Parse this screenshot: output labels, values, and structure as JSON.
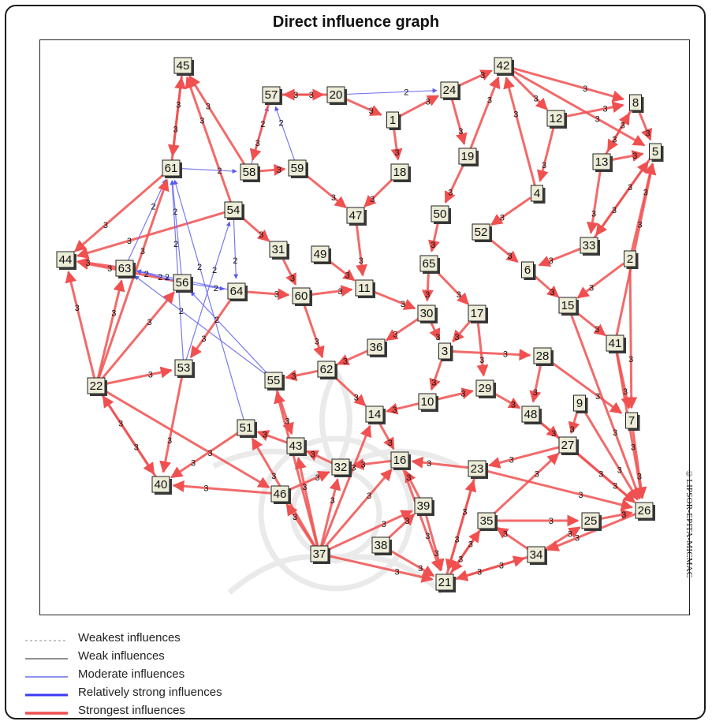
{
  "title": "Direct influence graph",
  "credit": "©LIPSOR-EPITA-MICMAC",
  "colors": {
    "weakest": "#a0a0a0",
    "weak": "#222222",
    "moderate": "#6a6af0",
    "relatively_strong": "#3a3af5",
    "strongest": "#f05050",
    "node_fill": "#ececd8",
    "node_shadow": "#3a3a3a",
    "edge_label": "#111111"
  },
  "legend": [
    {
      "key": "weakest",
      "label": "Weakest influences"
    },
    {
      "key": "weak",
      "label": "Weak influences"
    },
    {
      "key": "moderate",
      "label": "Moderate influences"
    },
    {
      "key": "relatively_strong",
      "label": "Relatively strong influences"
    },
    {
      "key": "strongest",
      "label": "Strongest influences"
    }
  ],
  "nodes": [
    "45",
    "57",
    "20",
    "24",
    "42",
    "8",
    "5",
    "1",
    "12",
    "13",
    "61",
    "58",
    "59",
    "18",
    "19",
    "4",
    "54",
    "47",
    "50",
    "52",
    "33",
    "2",
    "44",
    "63",
    "56",
    "31",
    "49",
    "65",
    "6",
    "64",
    "60",
    "11",
    "30",
    "17",
    "15",
    "41",
    "36",
    "3",
    "28",
    "53",
    "62",
    "22",
    "55",
    "29",
    "9",
    "14",
    "10",
    "48",
    "7",
    "51",
    "43",
    "27",
    "32",
    "16",
    "23",
    "40",
    "46",
    "39",
    "35",
    "25",
    "26",
    "37",
    "38",
    "34",
    "21"
  ],
  "edges": [
    {
      "from": "20",
      "to": "57",
      "level": 3
    },
    {
      "from": "59",
      "to": "57",
      "level": 2
    },
    {
      "from": "58",
      "to": "57",
      "level": 2
    },
    {
      "from": "61",
      "to": "45",
      "level": 3
    },
    {
      "from": "54",
      "to": "45",
      "level": 3
    },
    {
      "from": "58",
      "to": "45",
      "level": 3
    },
    {
      "from": "1",
      "to": "24",
      "level": 3
    },
    {
      "from": "20",
      "to": "24",
      "level": 2
    },
    {
      "from": "24",
      "to": "42",
      "level": 3
    },
    {
      "from": "19",
      "to": "42",
      "level": 3
    },
    {
      "from": "4",
      "to": "42",
      "level": 3
    },
    {
      "from": "12",
      "to": "8",
      "level": 3
    },
    {
      "from": "13",
      "to": "8",
      "level": 3
    },
    {
      "from": "42",
      "to": "8",
      "level": 3
    },
    {
      "from": "13",
      "to": "5",
      "level": 3
    },
    {
      "from": "33",
      "to": "5",
      "level": 3
    },
    {
      "from": "2",
      "to": "5",
      "level": 3
    },
    {
      "from": "41",
      "to": "5",
      "level": 3
    },
    {
      "from": "63",
      "to": "44",
      "level": 3
    },
    {
      "from": "56",
      "to": "44",
      "level": 3
    },
    {
      "from": "61",
      "to": "44",
      "level": 3
    },
    {
      "from": "54",
      "to": "44",
      "level": 3
    },
    {
      "from": "22",
      "to": "44",
      "level": 3
    },
    {
      "from": "63",
      "to": "61",
      "level": 2
    },
    {
      "from": "56",
      "to": "61",
      "level": 2
    },
    {
      "from": "53",
      "to": "61",
      "level": 2
    },
    {
      "from": "56",
      "to": "63",
      "level": 2
    },
    {
      "from": "64",
      "to": "63",
      "level": 2
    },
    {
      "from": "55",
      "to": "63",
      "level": 2
    },
    {
      "from": "53",
      "to": "54",
      "level": 2
    },
    {
      "from": "55",
      "to": "56",
      "level": 2
    },
    {
      "from": "51",
      "to": "61",
      "level": 2
    },
    {
      "from": "22",
      "to": "63",
      "level": 3
    },
    {
      "from": "22",
      "to": "61",
      "level": 3
    },
    {
      "from": "22",
      "to": "40",
      "level": 3
    },
    {
      "from": "22",
      "to": "46",
      "level": 3
    },
    {
      "from": "22",
      "to": "56",
      "level": 3
    },
    {
      "from": "22",
      "to": "53",
      "level": 3
    },
    {
      "from": "51",
      "to": "40",
      "level": 3
    },
    {
      "from": "46",
      "to": "40",
      "level": 3
    },
    {
      "from": "53",
      "to": "40",
      "level": 3
    },
    {
      "from": "37",
      "to": "46",
      "level": 3
    },
    {
      "from": "37",
      "to": "51",
      "level": 3
    },
    {
      "from": "37",
      "to": "43",
      "level": 3
    },
    {
      "from": "37",
      "to": "32",
      "level": 3
    },
    {
      "from": "37",
      "to": "16",
      "level": 3
    },
    {
      "from": "37",
      "to": "14",
      "level": 3
    },
    {
      "from": "37",
      "to": "55",
      "level": 3
    },
    {
      "from": "37",
      "to": "39",
      "level": 3
    },
    {
      "from": "37",
      "to": "21",
      "level": 3
    },
    {
      "from": "38",
      "to": "21",
      "level": 3
    },
    {
      "from": "39",
      "to": "21",
      "level": 3
    },
    {
      "from": "35",
      "to": "21",
      "level": 3
    },
    {
      "from": "34",
      "to": "21",
      "level": 3
    },
    {
      "from": "16",
      "to": "21",
      "level": 3
    },
    {
      "from": "23",
      "to": "21",
      "level": 3
    },
    {
      "from": "38",
      "to": "39",
      "level": 3
    },
    {
      "from": "34",
      "to": "35",
      "level": 3
    },
    {
      "from": "34",
      "to": "25",
      "level": 3
    },
    {
      "from": "25",
      "to": "26",
      "level": 3
    },
    {
      "from": "27",
      "to": "26",
      "level": 3
    },
    {
      "from": "7",
      "to": "26",
      "level": 3
    },
    {
      "from": "9",
      "to": "26",
      "level": 3
    },
    {
      "from": "48",
      "to": "26",
      "level": 3
    },
    {
      "from": "41",
      "to": "26",
      "level": 3
    },
    {
      "from": "15",
      "to": "26",
      "level": 3
    },
    {
      "from": "2",
      "to": "7",
      "level": 3
    },
    {
      "from": "41",
      "to": "7",
      "level": 3
    },
    {
      "from": "28",
      "to": "7",
      "level": 3
    },
    {
      "from": "35",
      "to": "25",
      "level": 3
    },
    {
      "from": "23",
      "to": "26",
      "level": 3
    },
    {
      "from": "1",
      "to": "18",
      "level": 3
    },
    {
      "from": "18",
      "to": "47",
      "level": 3
    },
    {
      "from": "47",
      "to": "11",
      "level": 3
    },
    {
      "from": "50",
      "to": "65",
      "level": 3
    },
    {
      "from": "52",
      "to": "6",
      "level": 3
    },
    {
      "from": "6",
      "to": "15",
      "level": 3
    },
    {
      "from": "65",
      "to": "30",
      "level": 3
    },
    {
      "from": "30",
      "to": "36",
      "level": 3
    },
    {
      "from": "17",
      "to": "3",
      "level": 3
    },
    {
      "from": "3",
      "to": "10",
      "level": 3
    },
    {
      "from": "29",
      "to": "48",
      "level": 3
    },
    {
      "from": "10",
      "to": "14",
      "level": 3
    },
    {
      "from": "14",
      "to": "16",
      "level": 3
    },
    {
      "from": "62",
      "to": "55",
      "level": 3
    },
    {
      "from": "60",
      "to": "62",
      "level": 3
    },
    {
      "from": "31",
      "to": "60",
      "level": 3
    },
    {
      "from": "49",
      "to": "11",
      "level": 3
    },
    {
      "from": "64",
      "to": "60",
      "level": 3
    },
    {
      "from": "54",
      "to": "31",
      "level": 3
    },
    {
      "from": "59",
      "to": "47",
      "level": 3
    },
    {
      "from": "19",
      "to": "50",
      "level": 3
    },
    {
      "from": "4",
      "to": "52",
      "level": 3
    },
    {
      "from": "12",
      "to": "4",
      "level": 3
    },
    {
      "from": "13",
      "to": "33",
      "level": 3
    },
    {
      "from": "33",
      "to": "6",
      "level": 3
    },
    {
      "from": "2",
      "to": "15",
      "level": 3
    },
    {
      "from": "15",
      "to": "41",
      "level": 3
    },
    {
      "from": "28",
      "to": "48",
      "level": 3
    },
    {
      "from": "48",
      "to": "27",
      "level": 3
    },
    {
      "from": "27",
      "to": "23",
      "level": 3
    },
    {
      "from": "23",
      "to": "16",
      "level": 3
    },
    {
      "from": "16",
      "to": "32",
      "level": 3
    },
    {
      "from": "32",
      "to": "43",
      "level": 3
    },
    {
      "from": "43",
      "to": "51",
      "level": 3
    },
    {
      "from": "36",
      "to": "62",
      "level": 3
    },
    {
      "from": "11",
      "to": "30",
      "level": 3
    },
    {
      "from": "60",
      "to": "11",
      "level": 3
    },
    {
      "from": "65",
      "to": "17",
      "level": 3
    },
    {
      "from": "17",
      "to": "29",
      "level": 3
    },
    {
      "from": "10",
      "to": "29",
      "level": 3
    },
    {
      "from": "3",
      "to": "28",
      "level": 3
    },
    {
      "from": "30",
      "to": "3",
      "level": 3
    },
    {
      "from": "62",
      "to": "14",
      "level": 3
    },
    {
      "from": "55",
      "to": "43",
      "level": 3
    },
    {
      "from": "64",
      "to": "53",
      "level": 3
    },
    {
      "from": "58",
      "to": "59",
      "level": 3
    },
    {
      "from": "20",
      "to": "1",
      "level": 3
    },
    {
      "from": "24",
      "to": "19",
      "level": 3
    },
    {
      "from": "42",
      "to": "12",
      "level": 3
    },
    {
      "from": "8",
      "to": "13",
      "level": 3
    },
    {
      "from": "5",
      "to": "33",
      "level": 3
    },
    {
      "from": "57",
      "to": "58",
      "level": 3
    },
    {
      "from": "45",
      "to": "61",
      "level": 3
    },
    {
      "from": "61",
      "to": "58",
      "level": 2
    },
    {
      "from": "56",
      "to": "64",
      "level": 2
    },
    {
      "from": "63",
      "to": "56",
      "level": 2
    },
    {
      "from": "54",
      "to": "64",
      "level": 2
    },
    {
      "from": "9",
      "to": "27",
      "level": 3
    },
    {
      "from": "40",
      "to": "22",
      "level": 3
    },
    {
      "from": "21",
      "to": "23",
      "level": 3
    },
    {
      "from": "21",
      "to": "35",
      "level": 3
    },
    {
      "from": "21",
      "to": "34",
      "level": 3
    },
    {
      "from": "26",
      "to": "34",
      "level": 3
    },
    {
      "from": "39",
      "to": "16",
      "level": 3
    },
    {
      "from": "35",
      "to": "27",
      "level": 3
    },
    {
      "from": "46",
      "to": "32",
      "level": 3
    },
    {
      "from": "57",
      "to": "20",
      "level": 3
    },
    {
      "from": "42",
      "to": "5",
      "level": 3
    },
    {
      "from": "8",
      "to": "5",
      "level": 3
    }
  ]
}
